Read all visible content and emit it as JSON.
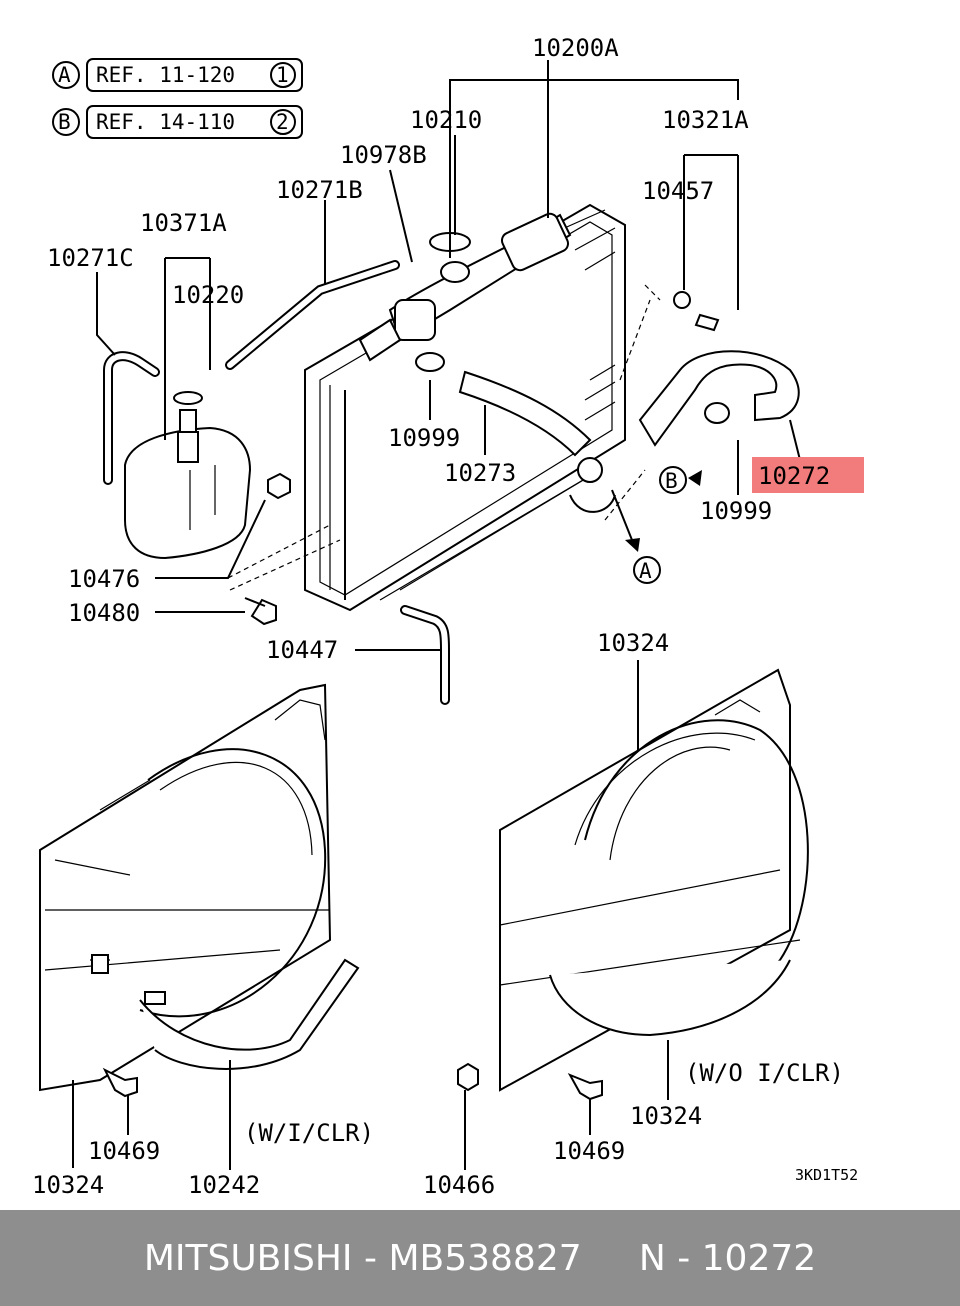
{
  "refs": [
    {
      "letter": "A",
      "text": "REF. 11-120",
      "num": "1"
    },
    {
      "letter": "B",
      "text": "REF. 14-110",
      "num": "2"
    }
  ],
  "labels": {
    "p10200A": "10200A",
    "p10210": "10210",
    "p10321A": "10321A",
    "p10978B": "10978B",
    "p10271B": "10271B",
    "p10457": "10457",
    "p10371A": "10371A",
    "p10271C": "10271C",
    "p10220": "10220",
    "p10999a": "10999",
    "p10273": "10273",
    "p10272": "10272",
    "p10999b": "10999",
    "p10476": "10476",
    "p10480": "10480",
    "p10447": "10447",
    "p10324top": "10324",
    "p10324right": "10324",
    "p10324left": "10324",
    "p10469left": "10469",
    "p10469right": "10469",
    "p10242": "10242",
    "p10466": "10466",
    "wiclr": "(W/I/CLR)",
    "woiclr": "(W/O  I/CLR)",
    "markerA": "A",
    "markerB": "B",
    "code": "3KD1T52"
  },
  "highlight_color": "#f27b7b",
  "footer": {
    "brand": "MITSUBISHI",
    "sep1": " - ",
    "part": "MB538827",
    "gap": "     ",
    "pos": "N - 10272"
  }
}
